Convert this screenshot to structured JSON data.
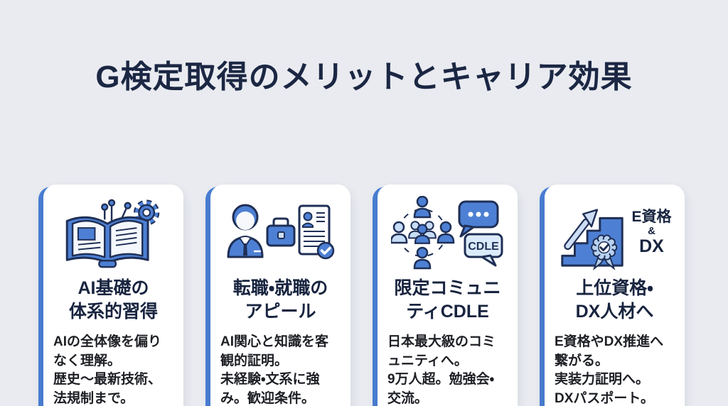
{
  "page": {
    "title": "G検定取得のメリットとキャリア効果"
  },
  "colors": {
    "background": "#e9ebf0",
    "card": "#ffffff",
    "accent_blue": "#4a7fd4",
    "icon_blue": "#4d80d4",
    "icon_light_blue": "#cfe0f6",
    "outline_navy": "#1f2f55",
    "title_text": "#18243f",
    "body_text": "#1d1f24"
  },
  "cards": [
    {
      "icon": "book-gear-circuit-icon",
      "title_line1": "AI基礎の",
      "title_line2": "体系的習得",
      "body_lines": [
        "AIの全体像を偏りなく理解。",
        "歴史〜最新技術、法規制まで。"
      ]
    },
    {
      "icon": "businessman-briefcase-resume-icon",
      "title_line1": "転職・就職の",
      "title_line2": "アピール",
      "body_lines": [
        "AI関心と知識を客観的証明。",
        "未経験・文系に強み。歓迎条件。"
      ]
    },
    {
      "icon": "community-network-chat-icon",
      "title_line1": "限定コミュニ",
      "title_line2": "ティCDLE",
      "bubble_label": "CDLE",
      "body_lines": [
        "日本最大級のコミュニティへ。",
        "9万人超。勉強会・交流。"
      ]
    },
    {
      "icon": "stairs-growth-badge-icon",
      "title_line1": "上位資格・",
      "title_line2": "DX人材へ",
      "badge_line1": "E資格",
      "badge_line2": "&",
      "badge_line3": "DX",
      "body_lines": [
        "E資格やDX推進へ繋がる。",
        "実装力証明へ。",
        "DXパスポート。"
      ]
    }
  ]
}
